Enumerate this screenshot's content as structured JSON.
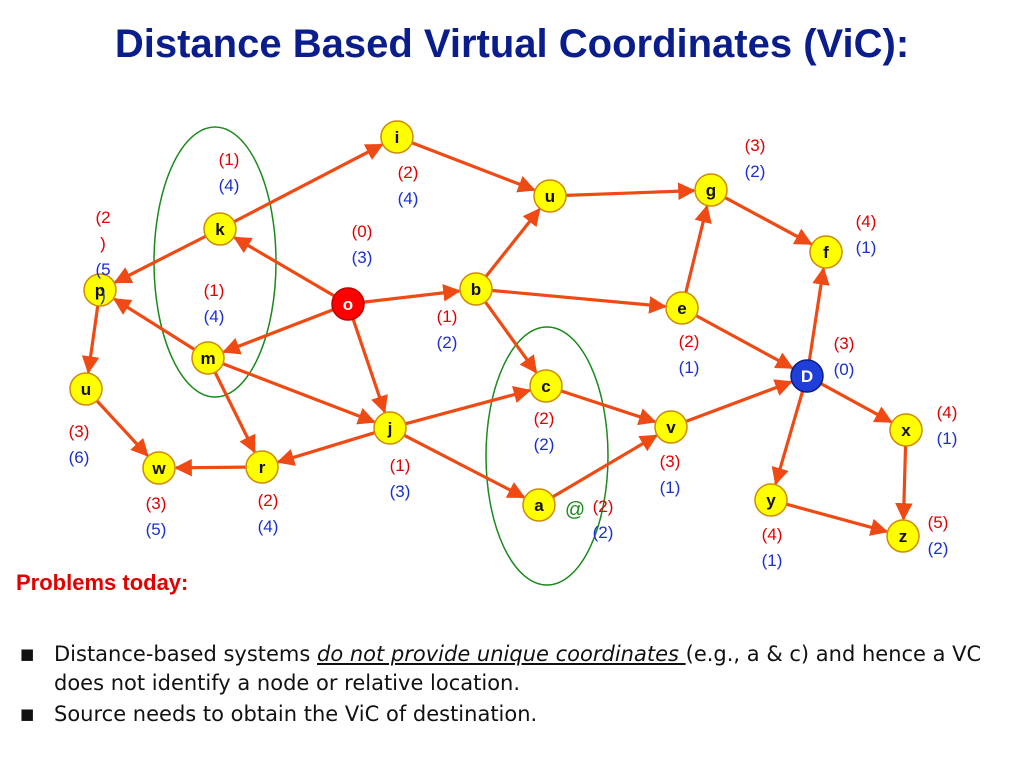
{
  "title": "Distance Based Virtual Coordinates (ViC):",
  "colors": {
    "title": "#0a1d8c",
    "node_fill": "#ffff00",
    "node_stroke": "#d08a00",
    "edge": "#f04a14",
    "source_node": "#ff0000",
    "destination_node": "#1f3fd8",
    "label_top": "#e00000",
    "label_bottom": "#1a2fd0",
    "cluster_ellipse": "#1a8a1a",
    "at_symbol": "#1a8a1a"
  },
  "nodes": [
    {
      "id": "i",
      "label": "i",
      "top": "",
      "bottom": ""
    },
    {
      "id": "k",
      "label": "k",
      "top": "(1)",
      "bottom": "(4)"
    },
    {
      "id": "p",
      "label": "p",
      "top": "(2\n)",
      "bottom": "(5\n)"
    },
    {
      "id": "o",
      "label": "o",
      "kind": "source",
      "top": "(0)",
      "bottom": "(3)"
    },
    {
      "id": "m",
      "label": "m",
      "top": "(1)",
      "bottom": "(4)"
    },
    {
      "id": "u1",
      "label": "u",
      "top": "(3)",
      "bottom": "(6)"
    },
    {
      "id": "w",
      "label": "w",
      "top": "(3)",
      "bottom": "(5)"
    },
    {
      "id": "r",
      "label": "r",
      "top": "(2)",
      "bottom": "(4)"
    },
    {
      "id": "j",
      "label": "j",
      "top": "(1)",
      "bottom": "(3)"
    },
    {
      "id": "b",
      "label": "b",
      "top": "(1)",
      "bottom": "(2)"
    },
    {
      "id": "u2",
      "label": "u",
      "top": "(2)",
      "bottom": "(4)"
    },
    {
      "id": "g",
      "label": "g",
      "top": "(3)",
      "bottom": "(2)"
    },
    {
      "id": "f",
      "label": "f",
      "top": "(4)",
      "bottom": "(1)"
    },
    {
      "id": "e",
      "label": "e",
      "top": "(2)",
      "bottom": "(1)"
    },
    {
      "id": "D",
      "label": "D",
      "kind": "destination",
      "top": "(3)",
      "bottom": "(0)"
    },
    {
      "id": "c",
      "label": "c",
      "top": "(2)",
      "bottom": "(2)"
    },
    {
      "id": "v",
      "label": "v",
      "top": "(3)",
      "bottom": "(1)"
    },
    {
      "id": "a",
      "label": "a",
      "top": "(2)",
      "bottom": "(2)",
      "prefix": "@"
    },
    {
      "id": "x",
      "label": "x",
      "top": "(4)",
      "bottom": "(1)"
    },
    {
      "id": "y",
      "label": "y",
      "top": "(4)",
      "bottom": "(1)"
    },
    {
      "id": "z",
      "label": "z",
      "top": "(5)",
      "bottom": "(2)"
    }
  ],
  "edges": [
    [
      "k",
      "i"
    ],
    [
      "i",
      "u2"
    ],
    [
      "u2",
      "g"
    ],
    [
      "g",
      "f"
    ],
    [
      "o",
      "k"
    ],
    [
      "k",
      "p"
    ],
    [
      "o",
      "m"
    ],
    [
      "m",
      "p"
    ],
    [
      "p",
      "u1"
    ],
    [
      "u1",
      "w"
    ],
    [
      "r",
      "w"
    ],
    [
      "m",
      "r"
    ],
    [
      "m",
      "j"
    ],
    [
      "o",
      "j"
    ],
    [
      "o",
      "b"
    ],
    [
      "b",
      "u2"
    ],
    [
      "b",
      "e"
    ],
    [
      "e",
      "g"
    ],
    [
      "e",
      "D"
    ],
    [
      "b",
      "c"
    ],
    [
      "j",
      "c"
    ],
    [
      "j",
      "r"
    ],
    [
      "j",
      "a"
    ],
    [
      "c",
      "v"
    ],
    [
      "a",
      "v"
    ],
    [
      "v",
      "D"
    ],
    [
      "D",
      "f"
    ],
    [
      "D",
      "x"
    ],
    [
      "D",
      "y"
    ],
    [
      "x",
      "z"
    ],
    [
      "y",
      "z"
    ]
  ],
  "problems_heading": "Problems today:",
  "bullets": {
    "bullet_mark": "■",
    "b1_pre": "Distance-based systems ",
    "b1_emph": "do not provide unique coordinates ",
    "b1_post": "(e.g., a & c) and hence a VC does not identify a node or relative location.",
    "b2": "Source needs to obtain the ViC of destination."
  }
}
